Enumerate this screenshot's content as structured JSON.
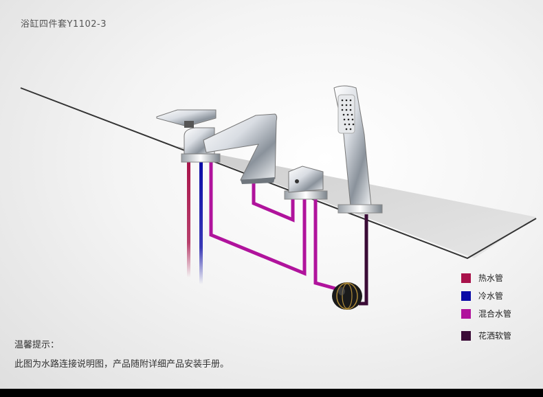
{
  "header": {
    "title": "浴缸四件套Y1102-3"
  },
  "legend": {
    "items": [
      {
        "label": "热水管",
        "color": "#a8124a"
      },
      {
        "label": "冷水管",
        "color": "#0a0aa6"
      },
      {
        "label": "混合水管",
        "color": "#b0139c"
      },
      {
        "label": "花洒软管",
        "color": "#3a0b36"
      }
    ]
  },
  "tips": {
    "title": "温馨提示：",
    "text": "此图为水路连接说明图，产品随附详细产品安装手册。"
  },
  "colors": {
    "hot": "#a8124a",
    "cold": "#0a0aa6",
    "mixed": "#b0139c",
    "hose": "#3a0b36",
    "deck": "#cfcfcf"
  }
}
